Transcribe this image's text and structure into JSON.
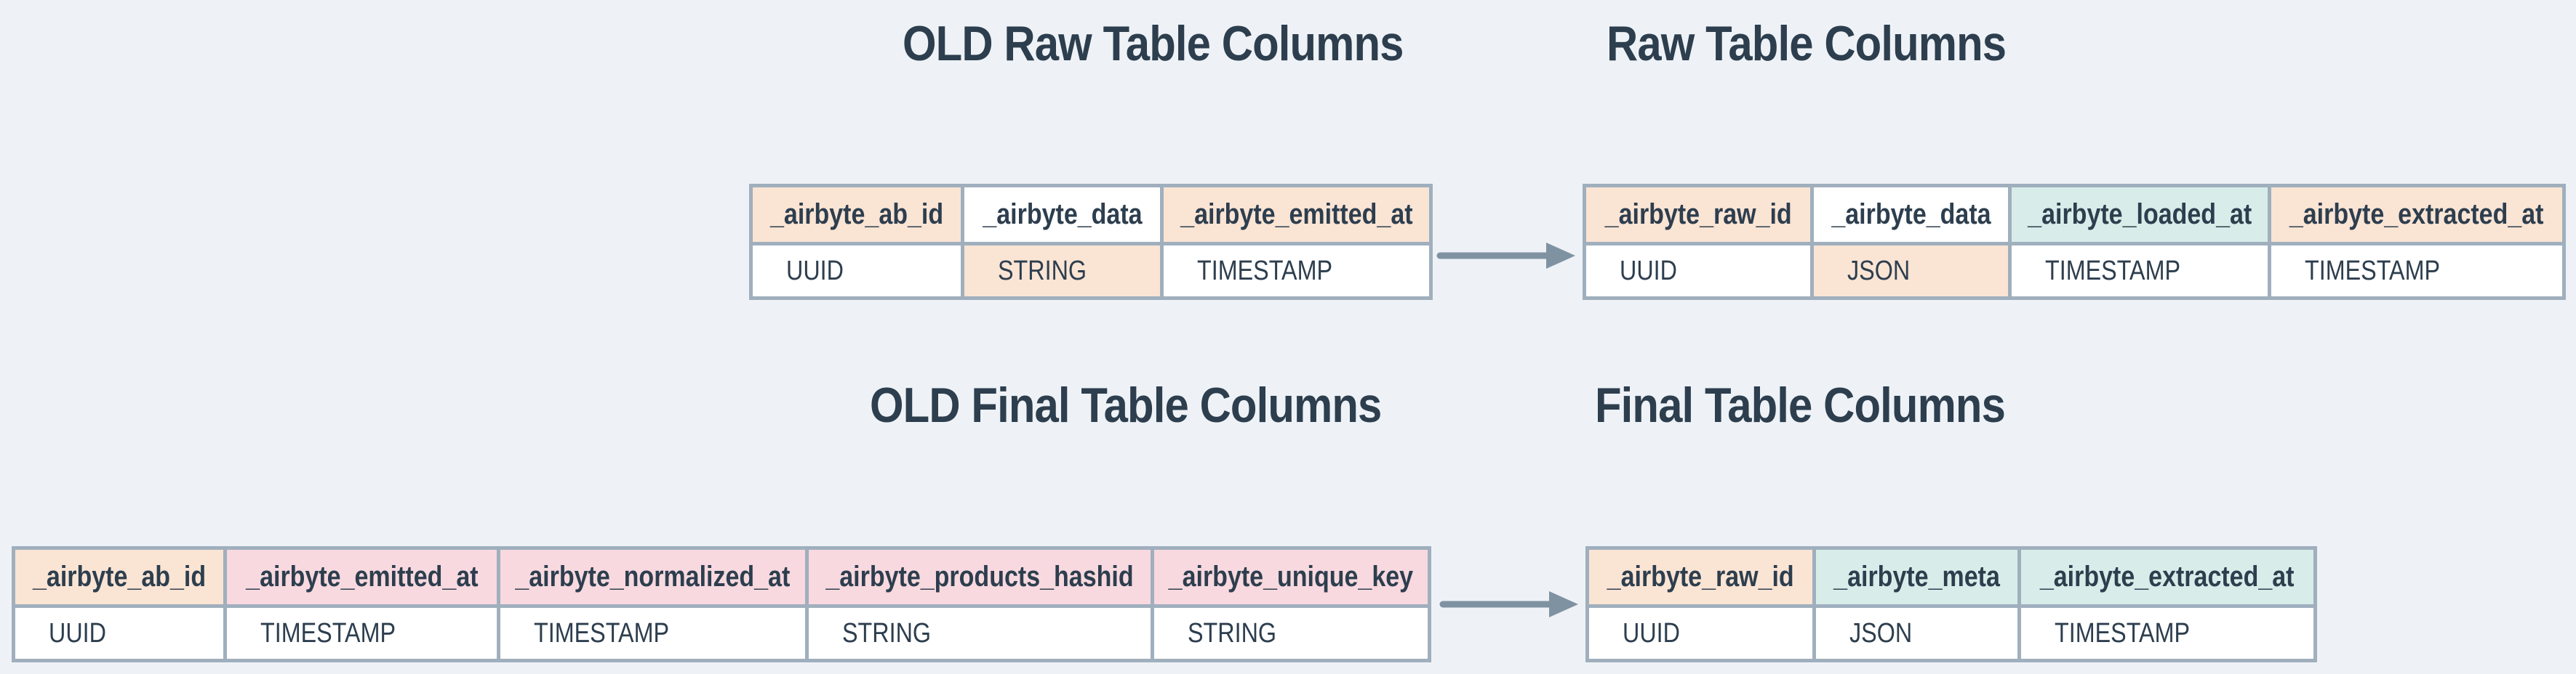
{
  "colors": {
    "background": "#eef2f6",
    "text": "#2d3e4e",
    "border": "#a0afbd",
    "arrow": "#7f92a2",
    "peach": "#fae4d4",
    "pink": "#f7d9df",
    "teal": "#d8ece9",
    "white": "#ffffff"
  },
  "icons": {
    "arrow_right": "→"
  },
  "titles": {
    "old_raw": "OLD Raw Table Columns",
    "raw": "Raw Table Columns",
    "old_final": "OLD Final Table Columns",
    "final": "Final Table Columns"
  },
  "tables": {
    "old_raw": {
      "columns": [
        {
          "name": "_airbyte_ab_id",
          "type": "UUID",
          "header_bg": "peach",
          "cell_bg": "white"
        },
        {
          "name": "_airbyte_data",
          "type": "STRING",
          "header_bg": "white",
          "cell_bg": "peach"
        },
        {
          "name": "_airbyte_emitted_at",
          "type": "TIMESTAMP",
          "header_bg": "peach",
          "cell_bg": "white"
        }
      ]
    },
    "raw": {
      "columns": [
        {
          "name": "_airbyte_raw_id",
          "type": "UUID",
          "header_bg": "peach",
          "cell_bg": "white"
        },
        {
          "name": "_airbyte_data",
          "type": "JSON",
          "header_bg": "white",
          "cell_bg": "peach"
        },
        {
          "name": "_airbyte_loaded_at",
          "type": "TIMESTAMP",
          "header_bg": "teal",
          "cell_bg": "white"
        },
        {
          "name": "_airbyte_extracted_at",
          "type": "TIMESTAMP",
          "header_bg": "peach",
          "cell_bg": "white"
        }
      ]
    },
    "old_final": {
      "columns": [
        {
          "name": "_airbyte_ab_id",
          "type": "UUID",
          "header_bg": "peach",
          "cell_bg": "white"
        },
        {
          "name": "_airbyte_emitted_at",
          "type": "TIMESTAMP",
          "header_bg": "pink",
          "cell_bg": "white"
        },
        {
          "name": "_airbyte_normalized_at",
          "type": "TIMESTAMP",
          "header_bg": "pink",
          "cell_bg": "white"
        },
        {
          "name": "_airbyte_products_hashid",
          "type": "STRING",
          "header_bg": "pink",
          "cell_bg": "white"
        },
        {
          "name": "_airbyte_unique_key",
          "type": "STRING",
          "header_bg": "pink",
          "cell_bg": "white"
        }
      ]
    },
    "final": {
      "columns": [
        {
          "name": "_airbyte_raw_id",
          "type": "UUID",
          "header_bg": "peach",
          "cell_bg": "white"
        },
        {
          "name": "_airbyte_meta",
          "type": "JSON",
          "header_bg": "teal",
          "cell_bg": "white"
        },
        {
          "name": "_airbyte_extracted_at",
          "type": "TIMESTAMP",
          "header_bg": "teal",
          "cell_bg": "white"
        }
      ]
    }
  }
}
